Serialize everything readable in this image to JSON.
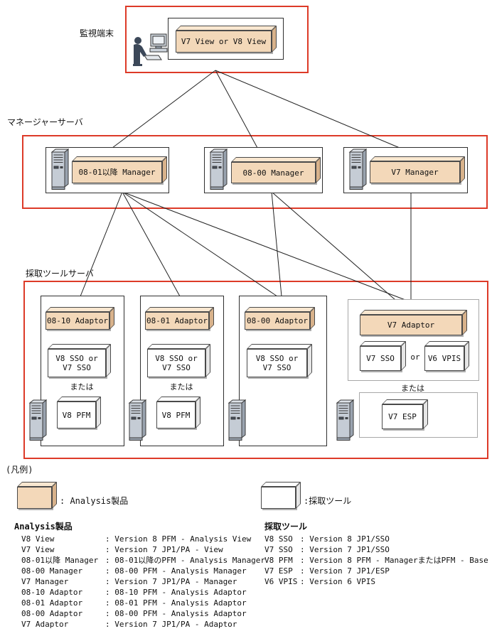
{
  "colors": {
    "frame": "#dd3a28",
    "analysis_front": "#f3d8b9",
    "analysis_top": "#f9e7d0",
    "analysis_side": "#d8b28b",
    "tool_front": "#ffffff",
    "tool_top": "#ffffff",
    "tool_side": "#e6e6e6"
  },
  "terminal": {
    "label": "監視端末",
    "node": "V7 View or V8 View"
  },
  "managers": {
    "label": "マネージャーサーバ",
    "items": [
      {
        "name": "08-01以降 Manager"
      },
      {
        "name": "08-00 Manager"
      },
      {
        "name": "V7 Manager"
      }
    ]
  },
  "collectors": {
    "label": "採取ツールサーバ",
    "or_ja": "または",
    "or_en": "or",
    "groups": [
      {
        "adaptor": "08-10 Adaptor",
        "sso1": "V8 SSO or",
        "sso2": "V7 SSO",
        "pfm": "V8 PFM"
      },
      {
        "adaptor": "08-01 Adaptor",
        "sso1": "V8 SSO or",
        "sso2": "V7 SSO",
        "pfm": "V8 PFM"
      },
      {
        "adaptor": "08-00 Adaptor",
        "sso1": "V8 SSO or",
        "sso2": "V7 SSO"
      },
      {
        "adaptor": "V7 Adaptor",
        "sso": "V7 SSO",
        "vpis": "V6 VPIS",
        "esp": "V7 ESP"
      }
    ]
  },
  "legend": {
    "title": "(凡例)",
    "analysis_label": ": Analysis製品",
    "tool_label": ":採取ツール"
  },
  "lists": {
    "analysis": {
      "title": "Analysis製品",
      "rows": [
        {
          "term": "V8 View",
          "desc": ": Version 8 PFM - Analysis View"
        },
        {
          "term": "V7 View",
          "desc": ": Version 7 JP1/PA - View"
        },
        {
          "term": "08-01以降 Manager",
          "desc": ": 08-01以降のPFM - Analysis Manager"
        },
        {
          "term": "08-00 Manager",
          "desc": ": 08-00 PFM - Analysis Manager"
        },
        {
          "term": "V7 Manager",
          "desc": ": Version 7 JP1/PA - Manager"
        },
        {
          "term": "08-10 Adaptor",
          "desc": ": 08-10 PFM - Analysis Adaptor"
        },
        {
          "term": "08-01 Adaptor",
          "desc": ": 08-01 PFM - Analysis Adaptor"
        },
        {
          "term": "08-00 Adaptor",
          "desc": ": 08-00 PFM - Analysis Adaptor"
        },
        {
          "term": "V7 Adaptor",
          "desc": ": Version 7 JP1/PA - Adaptor"
        }
      ]
    },
    "tool": {
      "title": "採取ツール",
      "rows": [
        {
          "term": "V8 SSO",
          "desc": ": Version 8 JP1/SSO"
        },
        {
          "term": "V7 SSO",
          "desc": ": Version 7 JP1/SSO"
        },
        {
          "term": "V8 PFM",
          "desc": ": Version 8 PFM - ManagerまたはPFM - Base"
        },
        {
          "term": "V7 ESP",
          "desc": ": Version 7 JP1/ESP"
        },
        {
          "term": "V6 VPIS",
          "desc": ": Version 6 VPIS"
        }
      ]
    }
  }
}
